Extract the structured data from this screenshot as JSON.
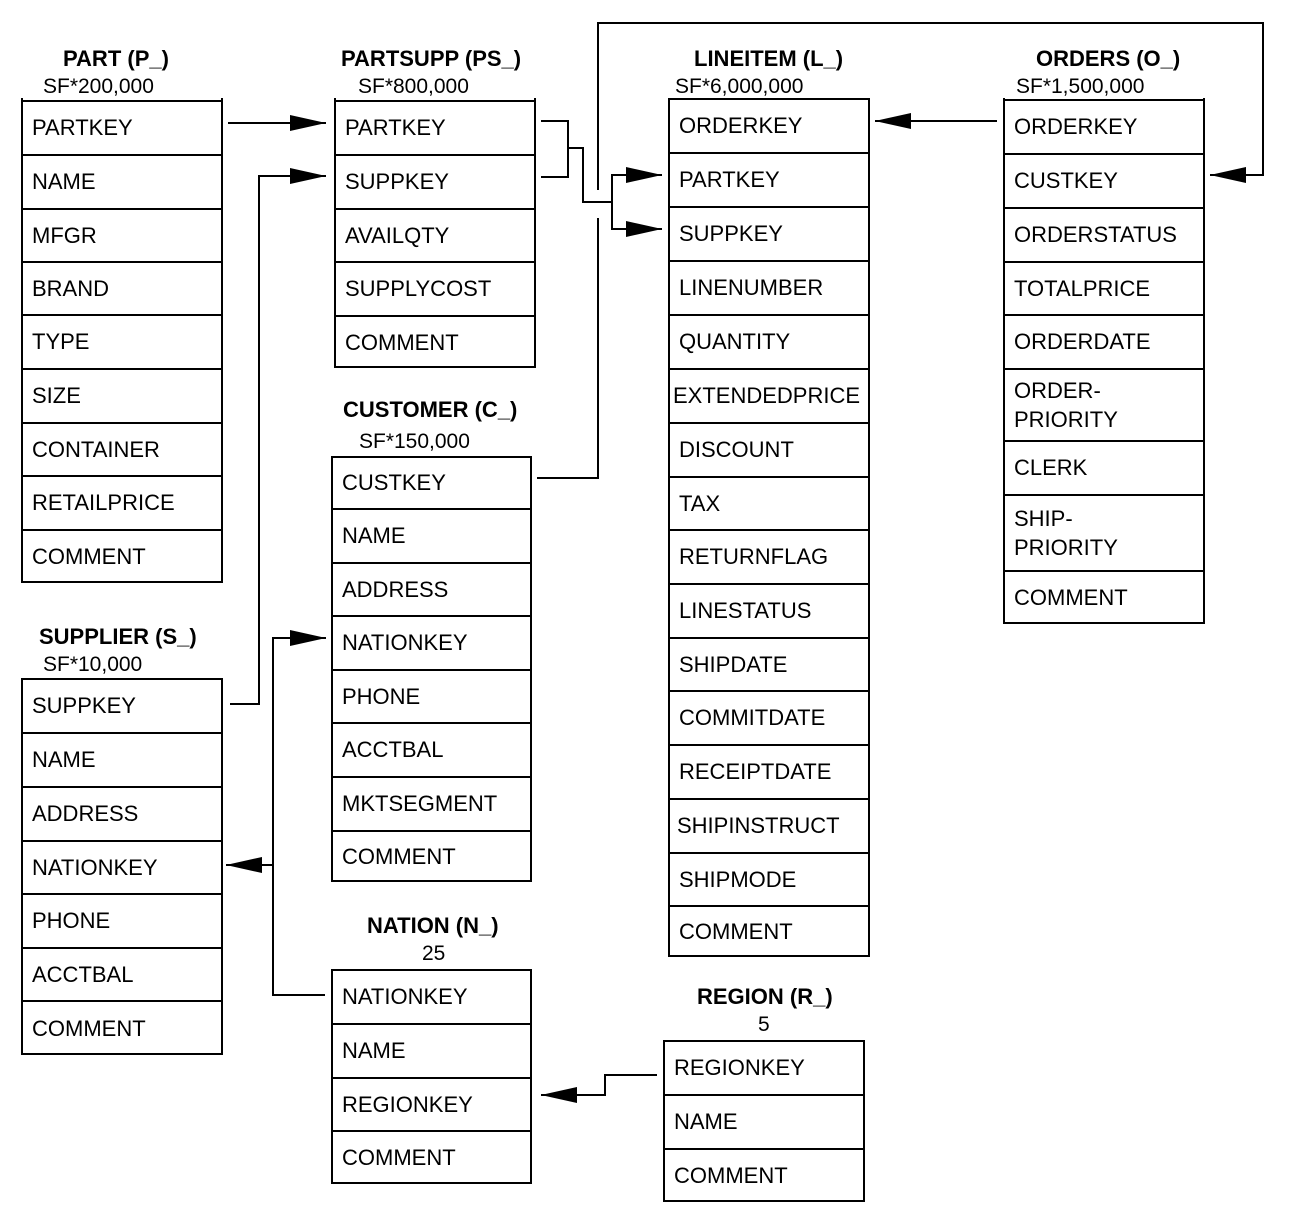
{
  "tables": {
    "part": {
      "title": "PART (P_)",
      "scale": "SF*200,000",
      "fields": [
        "PARTKEY",
        "NAME",
        "MFGR",
        "BRAND",
        "TYPE",
        "SIZE",
        "CONTAINER",
        "RETAILPRICE",
        "COMMENT"
      ]
    },
    "partsupp": {
      "title": "PARTSUPP (PS_)",
      "scale": "SF*800,000",
      "fields": [
        "PARTKEY",
        "SUPPKEY",
        "AVAILQTY",
        "SUPPLYCOST",
        "COMMENT"
      ]
    },
    "lineitem": {
      "title": "LINEITEM (L_)",
      "scale": "SF*6,000,000",
      "fields": [
        "ORDERKEY",
        "PARTKEY",
        "SUPPKEY",
        "LINENUMBER",
        "QUANTITY",
        "EXTENDEDPRICE",
        "DISCOUNT",
        "TAX",
        "RETURNFLAG",
        "LINESTATUS",
        "SHIPDATE",
        "COMMITDATE",
        "RECEIPTDATE",
        "SHIPINSTRUCT",
        "SHIPMODE",
        "COMMENT"
      ]
    },
    "orders": {
      "title": "ORDERS (O_)",
      "scale": "SF*1,500,000",
      "fields": [
        "ORDERKEY",
        "CUSTKEY",
        "ORDERSTATUS",
        "TOTALPRICE",
        "ORDERDATE",
        "ORDER-\nPRIORITY",
        "CLERK",
        "SHIP-\nPRIORITY",
        "COMMENT"
      ]
    },
    "customer": {
      "title": "CUSTOMER (C_)",
      "scale": "SF*150,000",
      "fields": [
        "CUSTKEY",
        "NAME",
        "ADDRESS",
        "NATIONKEY",
        "PHONE",
        "ACCTBAL",
        "MKTSEGMENT",
        "COMMENT"
      ]
    },
    "supplier": {
      "title": "SUPPLIER (S_)",
      "scale": "SF*10,000",
      "fields": [
        "SUPPKEY",
        "NAME",
        "ADDRESS",
        "NATIONKEY",
        "PHONE",
        "ACCTBAL",
        "COMMENT"
      ]
    },
    "nation": {
      "title": "NATION (N_)",
      "scale": "25",
      "fields": [
        "NATIONKEY",
        "NAME",
        "REGIONKEY",
        "COMMENT"
      ]
    },
    "region": {
      "title": "REGION (R_)",
      "scale": "5",
      "fields": [
        "REGIONKEY",
        "NAME",
        "COMMENT"
      ]
    }
  },
  "relationships": [
    {
      "from": "part.PARTKEY",
      "to": "partsupp.PARTKEY"
    },
    {
      "from": "supplier.SUPPKEY",
      "to": "partsupp.SUPPKEY"
    },
    {
      "from": "partsupp.PARTKEY",
      "to": "lineitem.PARTKEY"
    },
    {
      "from": "partsupp.SUPPKEY",
      "to": "lineitem.SUPPKEY"
    },
    {
      "from": "orders.ORDERKEY",
      "to": "lineitem.ORDERKEY"
    },
    {
      "from": "customer.CUSTKEY",
      "to": "orders.CUSTKEY"
    },
    {
      "from": "nation.NATIONKEY",
      "to": "customer.NATIONKEY"
    },
    {
      "from": "nation.NATIONKEY",
      "to": "supplier.NATIONKEY"
    },
    {
      "from": "region.REGIONKEY",
      "to": "nation.REGIONKEY"
    }
  ],
  "colors": {
    "line": "#000000",
    "background": "#ffffff"
  }
}
